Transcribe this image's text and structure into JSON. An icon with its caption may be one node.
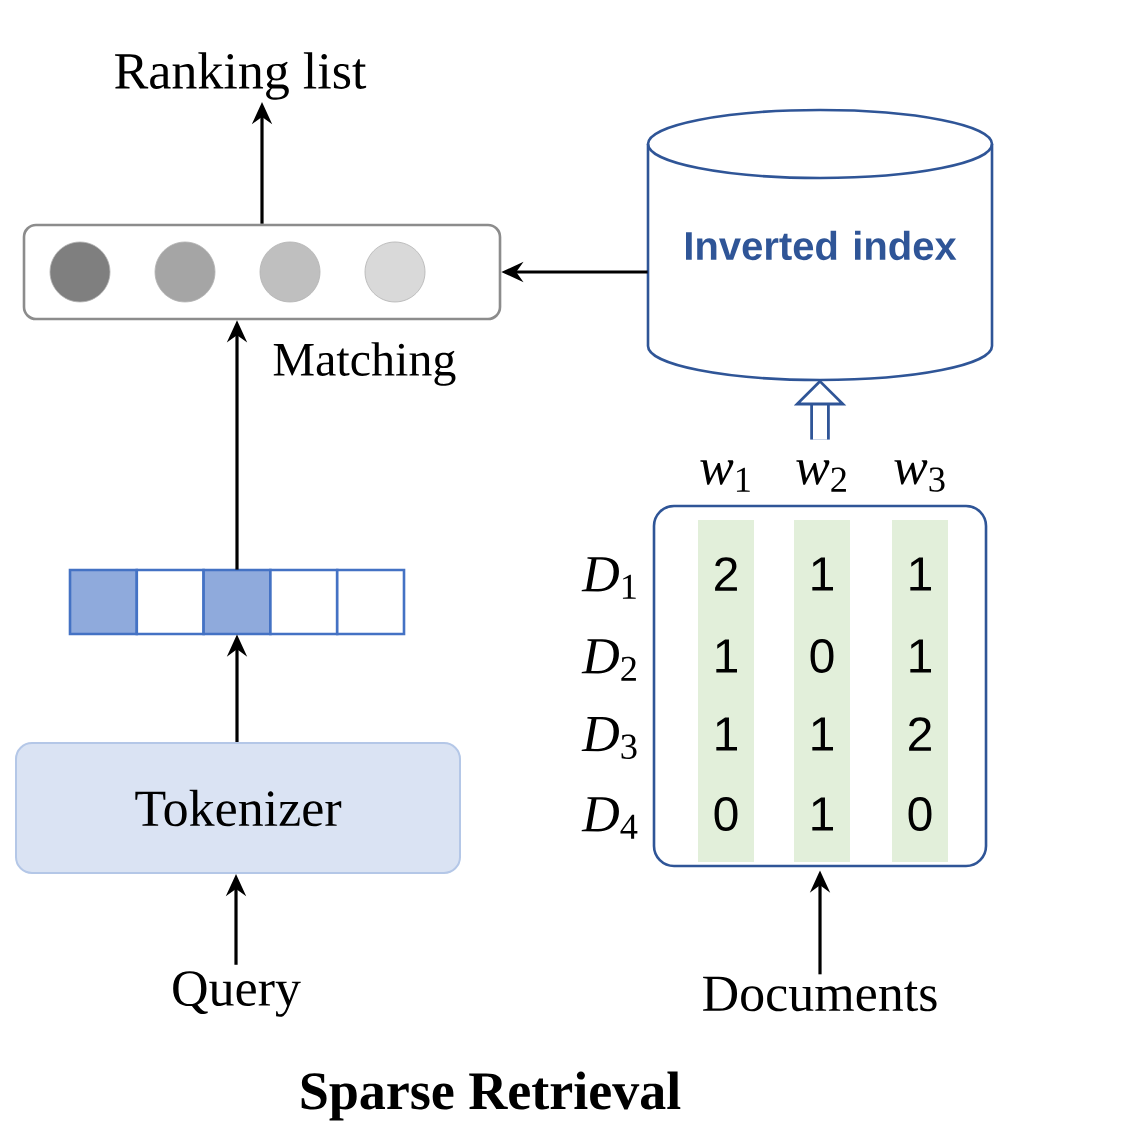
{
  "diagram": {
    "caption": "Sparse Retrieval",
    "nodes": [
      {
        "text": [
          "Ranking list"
        ]
      },
      {
        "text": [],
        "shape": "box",
        "beside": [
          "Matching"
        ]
      },
      {
        "text": [
          "Inverted index"
        ]
      },
      {
        "text": [],
        "shape": "bar"
      },
      {
        "text": [
          "Tokenizer"
        ]
      },
      {
        "text": [
          "Query"
        ]
      },
      {
        "text": [
          "*w*$_{1}$",
          "*w*$_{2}$",
          "*w*$_{3}$"
        ]
      },
      {
        "text": [
          "Documents"
        ]
      }
    ],
    "edges": [
      {
        "from": 1,
        "to": 0,
        "arrow": "to"
      },
      {
        "from": 2,
        "to": 1,
        "arrow": "to"
      },
      {
        "from": 6,
        "to": 2,
        "arrow": "to",
        "style": "thick",
        "color": "#2f5597"
      },
      {
        "from": 3,
        "to": 1,
        "arrow": "to"
      },
      {
        "from": 4,
        "to": 3,
        "arrow": "to"
      },
      {
        "from": 5,
        "to": 4,
        "arrow": "to"
      },
      {
        "from": 7,
        "to": 6,
        "arrow": "to"
      }
    ],
    "labels": [
      "*D*$_{1}$",
      "2",
      "1",
      "1",
      "*D*$_{2}$",
      "1",
      "0",
      "1",
      "*D*$_{3}$",
      "1",
      "1",
      "2",
      "*D*$_{4}$",
      "0",
      "1",
      "0"
    ]
  }
}
